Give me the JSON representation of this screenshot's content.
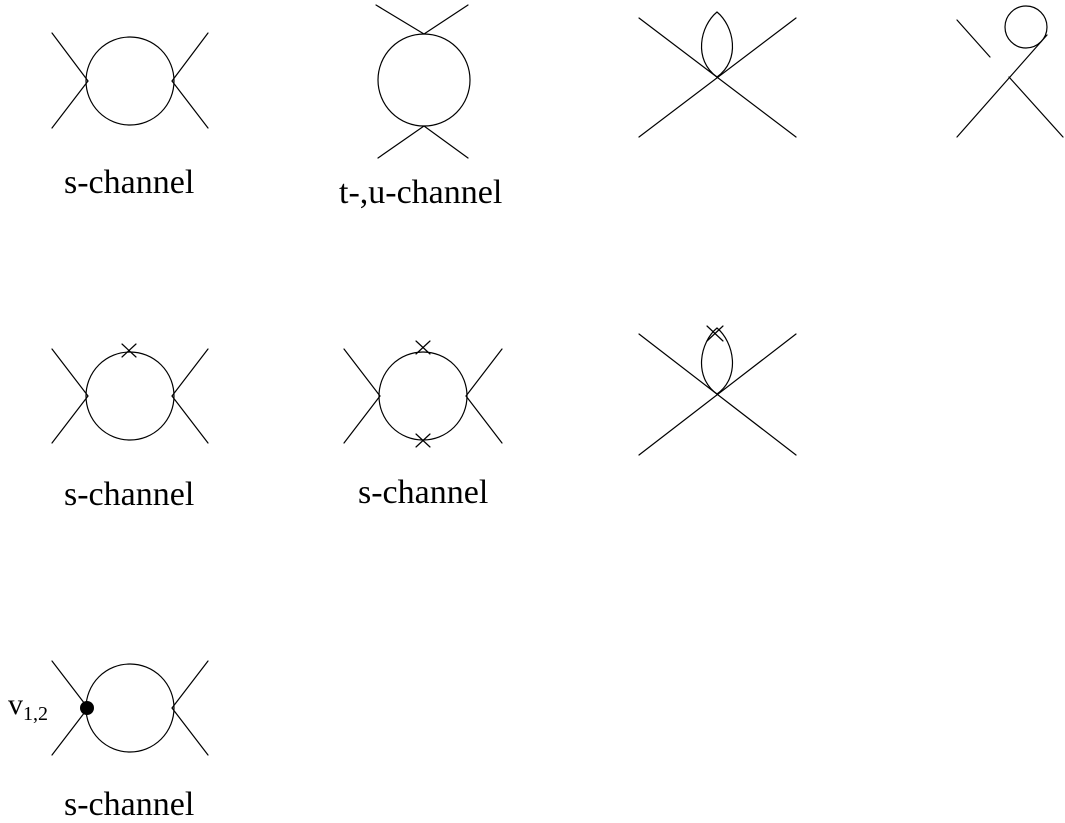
{
  "labels": {
    "d1": "s-channel",
    "d2": "t-,u-channel",
    "d5": "s-channel",
    "d6": "s-channel",
    "d8": "s-channel"
  },
  "vertex_label": {
    "main": "v",
    "sub": "1,2"
  },
  "colors": {
    "ink": "#000000",
    "background": "#ffffff"
  }
}
